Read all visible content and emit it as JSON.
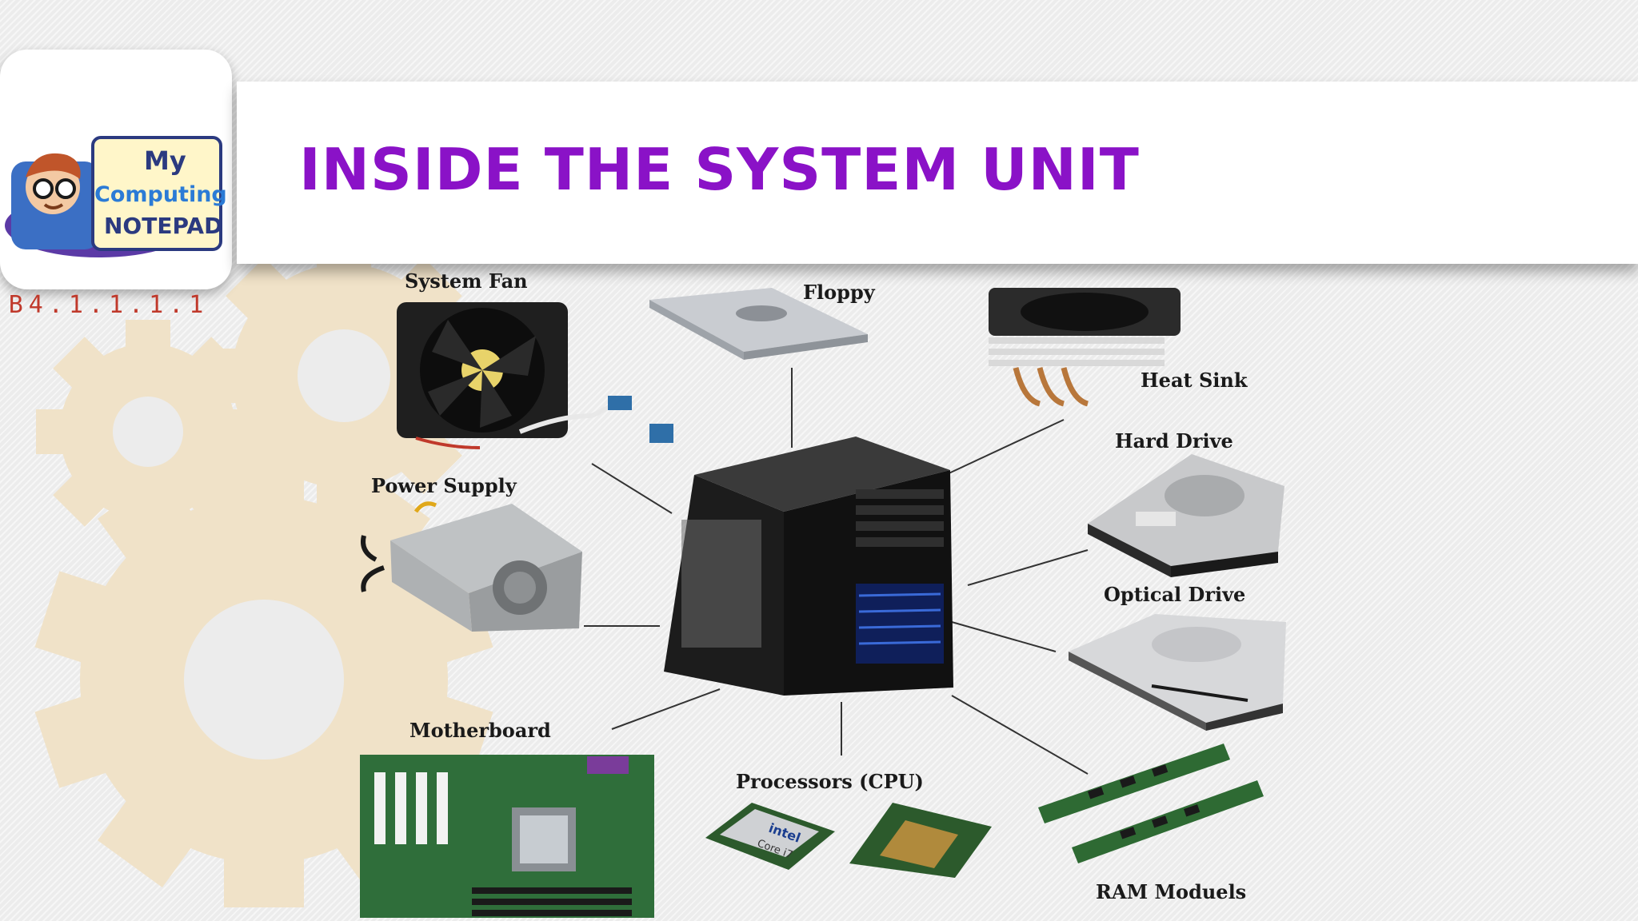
{
  "slide": {
    "title": "INSIDE THE SYSTEM UNIT",
    "lesson_code": "B4.1.1.1.1",
    "title_color": "#8a12c7",
    "code_color": "#c0392b",
    "gear_color": "#f0e2c8"
  },
  "logo": {
    "line1": "My",
    "line2": "Computing",
    "line3": "NOTEPAD"
  },
  "components": {
    "system_fan": "System Fan",
    "floppy": "Floppy",
    "heat_sink": "Heat Sink",
    "hard_drive": "Hard Drive",
    "power_supply": "Power Supply",
    "optical_drive": "Optical Drive",
    "motherboard": "Motherboard",
    "processors": "Processors (CPU)",
    "ram_modules": "RAM Moduels"
  },
  "cpu_chip_text": {
    "brand": "intel",
    "model": "Core i7"
  }
}
